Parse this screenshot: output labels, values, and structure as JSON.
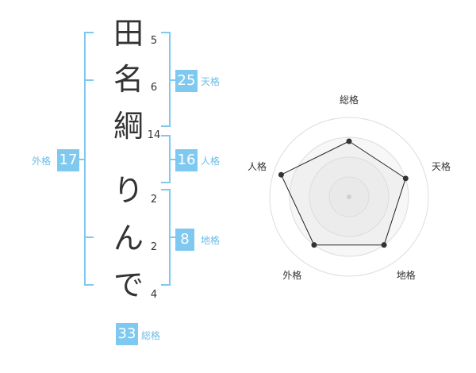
{
  "name": {
    "characters": [
      "田",
      "名",
      "綱",
      "り",
      "ん",
      "で"
    ],
    "strokes": [
      "5",
      "6",
      "14",
      "2",
      "2",
      "4"
    ]
  },
  "fortunes": {
    "tenkaku": {
      "value": "25",
      "label": "天格"
    },
    "jinkaku": {
      "value": "16",
      "label": "人格"
    },
    "chikaku": {
      "value": "8",
      "label": "地格"
    },
    "gaikaku": {
      "value": "17",
      "label": "外格"
    },
    "soukaku": {
      "value": "33",
      "label": "総格"
    }
  },
  "radar": {
    "labels": [
      "総格",
      "天格",
      "地格",
      "外格",
      "人格"
    ],
    "levels": 4,
    "values": [
      0.7,
      0.75,
      0.75,
      0.75,
      0.9
    ],
    "color": "#333333"
  },
  "colors": {
    "accent": "#7fc9f0",
    "bracket": "#6cbde8"
  }
}
